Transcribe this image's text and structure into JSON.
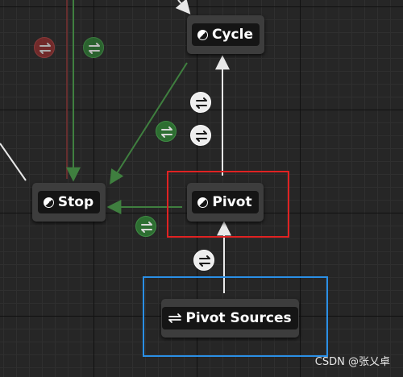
{
  "nodes": {
    "cycle": {
      "label": "Cycle",
      "icon": "state-icon"
    },
    "stop": {
      "label": "Stop",
      "icon": "state-icon"
    },
    "pivot": {
      "label": "Pivot",
      "icon": "state-icon"
    },
    "pivot_sources": {
      "label": "Pivot Sources",
      "icon": "conduit-swap-icon"
    }
  },
  "transitions": [
    {
      "name": "transition-white-upper",
      "color": "white"
    },
    {
      "name": "transition-white-lower",
      "color": "white"
    },
    {
      "name": "transition-white-bottom",
      "color": "white"
    },
    {
      "name": "transition-green-middle",
      "color": "green"
    },
    {
      "name": "transition-green-topleft",
      "color": "green"
    },
    {
      "name": "transition-green-low",
      "color": "green"
    },
    {
      "name": "transition-red-topleft",
      "color": "red"
    }
  ],
  "highlights": {
    "red_box_color": "#e02222",
    "blue_box_color": "#2a8fe6"
  },
  "colors": {
    "wire_white": "#e8e8e8",
    "wire_green": "#3f7f3f",
    "wire_red": "#7a3030"
  },
  "watermark": "CSDN @张乂卓"
}
